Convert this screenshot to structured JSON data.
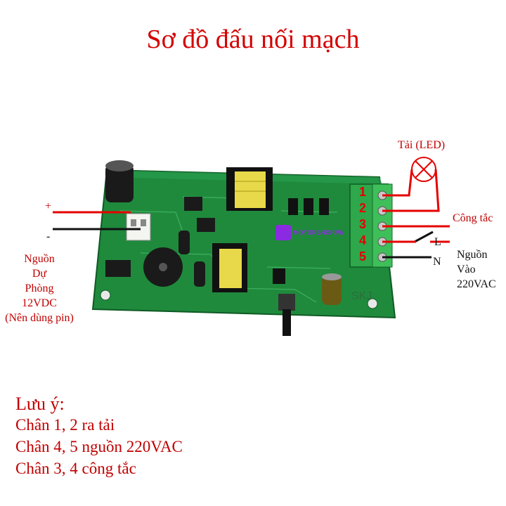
{
  "title": "Sơ đồ đấu nối mạch",
  "labels": {
    "load": "Tải (LED)",
    "switch": "Công tắc",
    "line_L": "L",
    "line_N": "N",
    "plus": "+",
    "minus": "-",
    "backup_power": [
      "Nguồn",
      "Dự",
      "Phòng",
      "12VDC",
      "(Nên dùng pin)"
    ],
    "mains_power": [
      "Nguồn",
      "Vào",
      "220VAC"
    ]
  },
  "pins": [
    "1",
    "2",
    "3",
    "4",
    "5"
  ],
  "board": {
    "silk": "SKJ",
    "watermark": "MOTORSHOP.VN"
  },
  "notes": {
    "title": "Lưu ý:",
    "lines": [
      "Chân 1, 2 ra tải",
      "Chân 4, 5 nguồn 220VAC",
      "Chân 3, 4 công tắc"
    ]
  },
  "colors": {
    "title": "#d40000",
    "pcb": "#1f8a3c",
    "terminal": "#2ea84a",
    "wire_red": "#e60000",
    "wire_black": "#111111"
  }
}
